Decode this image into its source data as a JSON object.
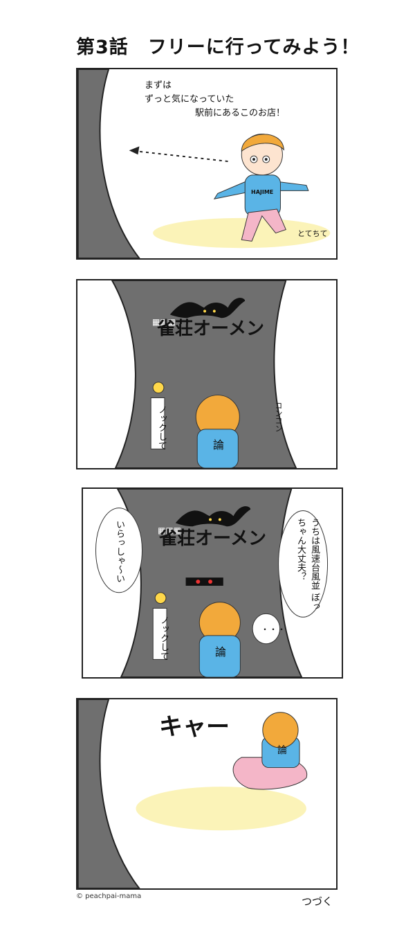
{
  "title": "第3話　フリーに行ってみよう！",
  "panel1": {
    "narration": [
      "まずは",
      "ずっと気になっていた",
      "駅前にあるこのお店！"
    ],
    "shirt_text": "HAJIME",
    "sfx": "とてちて"
  },
  "panel2": {
    "sign_text": "雀荘オーメン",
    "door_note": "ノックして",
    "sfx": "コンコン",
    "back_text": "論"
  },
  "panel3": {
    "sign_text": "雀荘オーメン",
    "door_note": "ノックして",
    "voice": "いらっしゃ〜い",
    "bubble_right": "うちは風速台風並 ぼっちゃん大丈夫？",
    "silence": "・・・",
    "back_text": "論"
  },
  "panel4": {
    "scream": "キャー",
    "back_text": "論"
  },
  "copyright": "© peachpai-mama",
  "footer": "つづく",
  "colors": {
    "wall": "#6f6f6f",
    "hair": "#f2a93b",
    "shirt": "#5ab4e6",
    "pants": "#f4b6c8",
    "spotlight": "#fbf3b8"
  }
}
